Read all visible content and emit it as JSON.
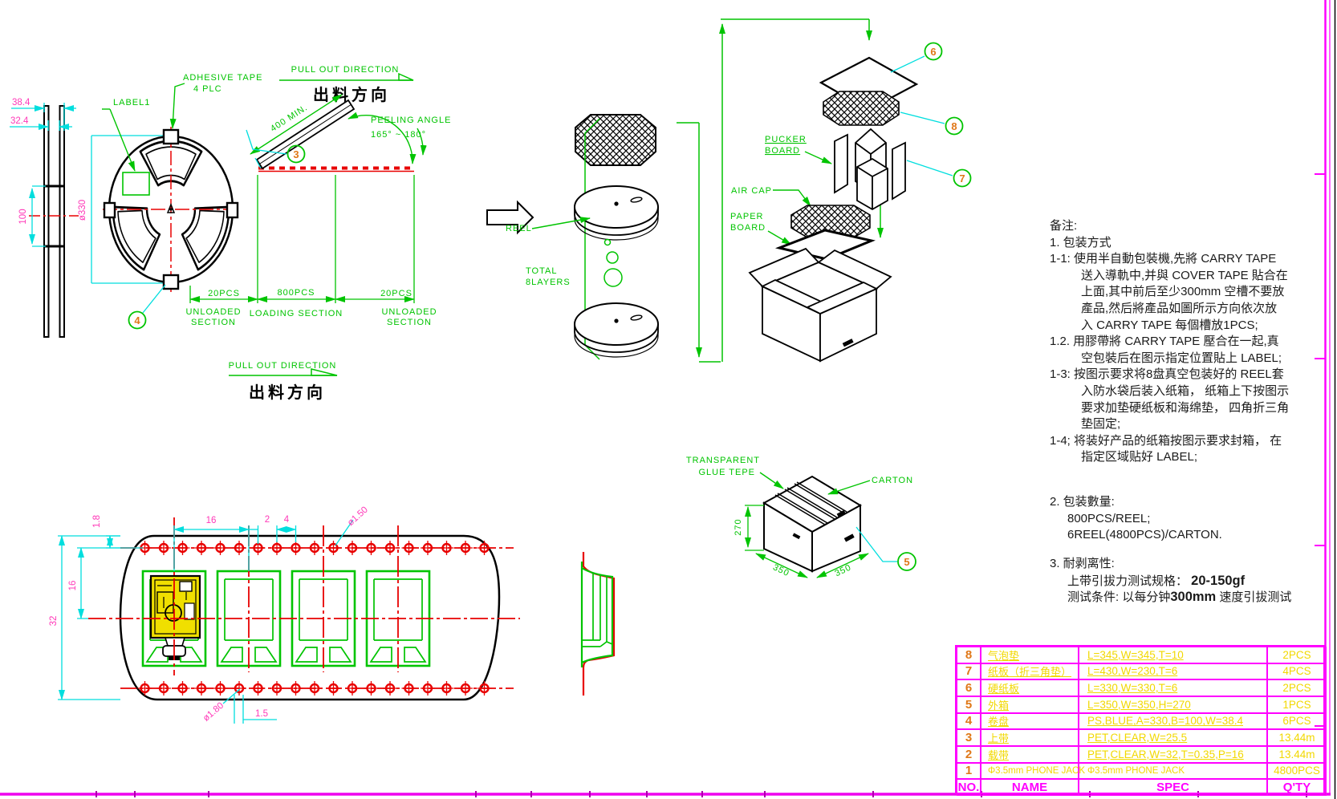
{
  "side_view": {
    "dim_outer": "38.4",
    "dim_inner": "32.4",
    "dim_hub": "100"
  },
  "reel_front": {
    "label1": "LABEL1",
    "adhesive_line1": "ADHESIVE TAPE",
    "adhesive_line2": "4 PLC",
    "dia": "ø330",
    "balloon_4": "4"
  },
  "pull_out_top": {
    "en": "PULL OUT DIRECTION",
    "zh": "出料方向"
  },
  "pull_out_bottom": {
    "en": "PULL OUT DIRECTION",
    "zh": "出料方向"
  },
  "peeling": {
    "len": "400  MIN.",
    "angle_line1": "PEELING ANGLE",
    "angle_line2": "165° ~ 180°",
    "balloon_3": "3"
  },
  "sections": {
    "left_qty": "20PCS",
    "left_name1": "UNLOADED",
    "left_name2": "SECTION",
    "mid_qty": "800PCS",
    "mid_name": "LOADING SECTION",
    "right_qty": "20PCS",
    "right_name1": "UNLOADED",
    "right_name2": "SECTION"
  },
  "stack": {
    "reel": "REEL",
    "total_line1": "TOTAL",
    "total_line2": "8LAYERS"
  },
  "exploded": {
    "pucker_line1": "PUCKER",
    "pucker_line2": "BOARD",
    "air_cap": "AIR  CAP",
    "paper_line1": "PAPER",
    "paper_line2": "BOARD",
    "balloon_6": "6",
    "balloon_8": "8",
    "balloon_7": "7"
  },
  "carton": {
    "glue_line1": "TRANSPARENT",
    "glue_line2": "GLUE  TEPE",
    "label": "CARTON",
    "dim_h": "270",
    "dim_w": "350",
    "dim_d": "350",
    "balloon_5": "5"
  },
  "carrier_tape": {
    "dim_edge": "1.8",
    "dim_pitch": "16",
    "dim_2": "2",
    "dim_4": "4",
    "dim_hole_top": "ø1.50",
    "dim_16v": "16",
    "dim_width": "32",
    "dim_hole_bottom": "ø1.80",
    "dim_1_5": "1.5"
  },
  "notes": {
    "lines": [
      "备注:",
      "1. 包装方式",
      "1-1: 使用半自動包裝機,先將 CARRY TAPE",
      "送入導軌中,并與 COVER TAPE 貼合在",
      "上面,其中前后至少300mm 空槽不要放",
      "產品,然后將產品如圖所示方向依次放",
      "入 CARRY TAPE 每個槽放1PCS;",
      "1.2. 用膠帶將 CARRY TAPE 壓合在一起,真",
      "空包裝后在图示指定位置貼上 LABEL;",
      "1-3: 按图示要求将8盘真空包装好的 REEL套",
      "入防水袋后装入纸箱， 纸箱上下按图示",
      "要求加垫硬纸板和海绵垫， 四角折三角",
      "垫固定;",
      "1-4; 将装好产品的纸箱按图示要求封箱， 在",
      "指定区域贴好 LABEL;"
    ],
    "qty_title": "2. 包装數量:",
    "qty_line1": "800PCS/REEL;",
    "qty_line2": "6REEL(4800PCS)/CARTON.",
    "peel_title": "3. 耐剥离性:",
    "peel_spec_label": "上带引拔力测试规格： ",
    "peel_spec_value": "20-150gf",
    "test_pre": "测试条件: 以每分钟",
    "test_bold": "300mm",
    "test_post": " 速度引拔测试"
  },
  "table": {
    "headers": {
      "no": "NO.",
      "name": "NAME",
      "spec": "SPEC",
      "qty": "Q'TY"
    },
    "rows": [
      {
        "no": "8",
        "name": "气泡垫",
        "spec": "L=345,W=345,T=10",
        "qty": "2PCS"
      },
      {
        "no": "7",
        "name": "纸板（折三角垫）",
        "spec": "L=430,W=230,T=6",
        "qty": "4PCS"
      },
      {
        "no": "6",
        "name": "硬纸板",
        "spec": "L=330,W=330,T=6",
        "qty": "2PCS"
      },
      {
        "no": "5",
        "name": "外箱",
        "spec": "L=350,W=350,H=270",
        "qty": "1PCS"
      },
      {
        "no": "4",
        "name": "卷盘",
        "spec": "PS,BLUE,A=330,B=100,W=38.4",
        "qty": "6PCS"
      },
      {
        "no": "3",
        "name": "上带",
        "spec": "PET,CLEAR,W=25.5",
        "qty": "13.44m"
      },
      {
        "no": "2",
        "name": "载带",
        "spec": "PET,CLEAR,W=32,T=0.35,P=16",
        "qty": "13.44m"
      },
      {
        "no": "1",
        "name": "Φ3.5mm PHONE JACK",
        "spec": "Φ3.5mm PHONE JACK",
        "qty": "4800PCS"
      }
    ]
  },
  "colors": {
    "line_green": "#00c400",
    "dim_pink": "#ff38b8",
    "table_magenta": "#ff00ff",
    "centerline_red": "#e80000",
    "extension_cyan": "#00dede",
    "balloon_orange": "#e07818",
    "component_yellow": "#f0df00",
    "geometry_black": "#000000"
  }
}
